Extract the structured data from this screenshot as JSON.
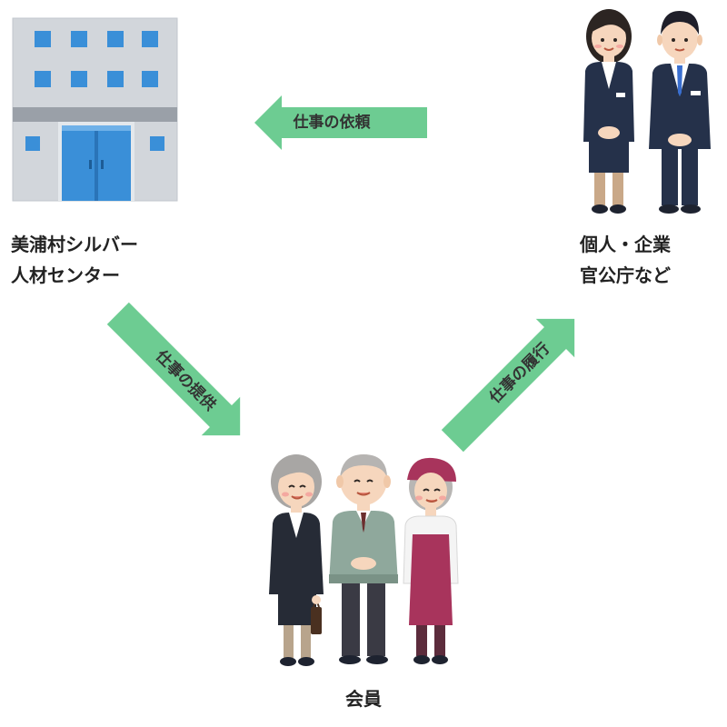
{
  "nodes": {
    "center": {
      "line1": "美浦村シルバー",
      "line2": "人材センター"
    },
    "clients": {
      "line1": "個人・企業",
      "line2": "官公庁など"
    },
    "members": {
      "label": "会員"
    }
  },
  "arrows": {
    "request": "仕事の依頼",
    "provide": "仕事の提供",
    "perform": "仕事の履行"
  },
  "colors": {
    "arrow": "#6dcc92",
    "building_wall": "#cfd3d8",
    "window": "#3a8fd8",
    "suit": "#25314a"
  },
  "icons": {
    "building": "office-building-icon",
    "clients": "business-people-icon",
    "members": "senior-workers-icon"
  }
}
